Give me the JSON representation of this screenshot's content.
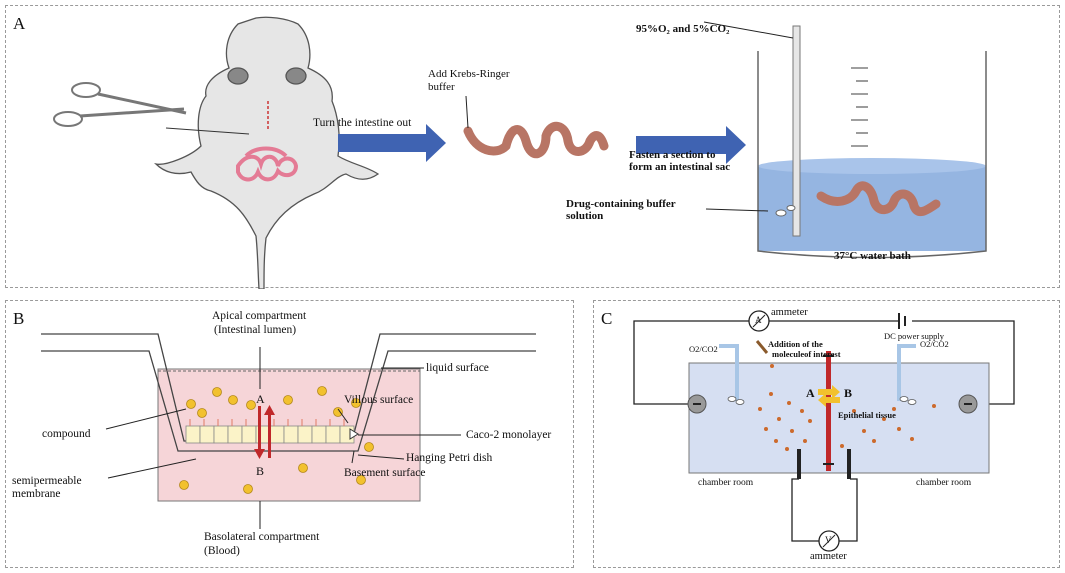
{
  "panel_a": {
    "label": "A",
    "turn_out": "Turn the intestine out",
    "add_buffer_1": "Add Krebs-Ringer",
    "add_buffer_2": "buffer",
    "gas": "95%O₂ and 5%CO₂",
    "fasten_1": "Fasten a section to",
    "fasten_2": "form an intestinal sac",
    "drug_1": "Drug-containing buffer",
    "drug_2": "solution",
    "water_bath": "37°C water bath"
  },
  "panel_b": {
    "label": "B",
    "apical_1": "Apical compartment",
    "apical_2": "(Intestinal lumen)",
    "liquid_surface": "liquid surface",
    "letter_a": "A",
    "letter_b": "B",
    "villous": "Villous surface",
    "compound": "compound",
    "caco2": "Caco-2 monolayer",
    "hanging": "Hanging Petri dish",
    "semi_1": "semipermeable",
    "semi_2": "membrane",
    "basement": "Basement surface",
    "baso_1": "Basolateral compartment",
    "baso_2": "(Blood)"
  },
  "panel_c": {
    "label": "C",
    "ammeter_top": "ammeter",
    "dc_supply": "DC power supply",
    "o2_left": "O2/CO2",
    "o2_right": "O2/CO2",
    "addition_1": "Addition of the",
    "addition_2": "moleculeof interest",
    "letter_a": "A",
    "letter_b": "B",
    "epithelial": "Epithelial tissue",
    "chamber_left": "chamber room",
    "chamber_right": "chamber room",
    "ammeter_bottom": "ammeter",
    "meter_a": "A",
    "meter_v": "V"
  },
  "colors": {
    "arrow_blue": "#3f63b2",
    "intestine": "#b87565",
    "water": "#7aa3da",
    "well_pink": "#f6d5d8",
    "chamber": "#d6dff2",
    "membrane_red": "#c0282a",
    "compound_yellow": "#f2c12e",
    "particle": "#cc6a2c"
  }
}
